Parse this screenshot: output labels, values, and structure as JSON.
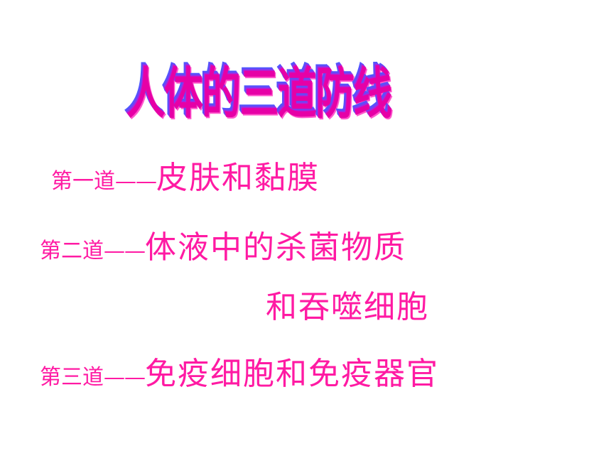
{
  "slide": {
    "title": "人体的三道防线",
    "lines": [
      {
        "prefix": "第一道",
        "dash": "——",
        "content": "皮肤和黏膜"
      },
      {
        "prefix": "第二道",
        "dash": "——",
        "content": "体液中的杀菌物质",
        "continuation": "和吞噬细胞"
      },
      {
        "prefix": "第三道",
        "dash": "——",
        "content": "免疫细胞和免疫器官"
      }
    ]
  },
  "colors": {
    "background": "#ffffff",
    "text": "#ff1aa3",
    "title_fill": "#e600a6",
    "title_shadow": "#4c58ff"
  }
}
